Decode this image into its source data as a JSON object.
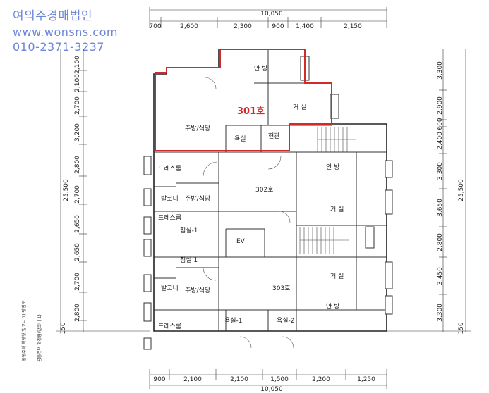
{
  "watermark": {
    "company": "여의주경매법인",
    "website": "www.wonsns.com",
    "phone": "010-2371-3237"
  },
  "highlight": {
    "unit": "301호",
    "color": "#d02a2a"
  },
  "dimensions": {
    "top_total": "10,050",
    "top_segments": [
      "700",
      "2,600",
      "2,300",
      "900",
      "1,400",
      "2,150"
    ],
    "bottom_total": "10,050",
    "bottom_segments": [
      "900",
      "2,100",
      "2,100",
      "1,500",
      "2,200",
      "1,250"
    ],
    "left_total": "25,500",
    "left_segments": [
      "2,100",
      "2,100",
      "2,700",
      "3,200",
      "2,800",
      "2,700",
      "2,650",
      "2,650",
      "2,700",
      "2,800"
    ],
    "left_offset": "150",
    "right_total": "25,500",
    "right_segments": [
      "3,300",
      "2,900",
      "600",
      "2,400",
      "3,300",
      "3,650",
      "2,800",
      "3,450",
      "3,300"
    ],
    "right_offset": "150"
  },
  "rooms": {
    "r301_living": "거 실",
    "r301_bed": "안 방",
    "r301_kitchen": "주방/식당",
    "r301_bath": "욕실",
    "r301_entry": "현관",
    "r302_label": "302호",
    "r302_kitchen": "주방/식당",
    "r302_living": "거 실",
    "r302_bed": "안 방",
    "dress1": "드레스룸",
    "dress2": "드레스룸",
    "dress3": "드레스룸",
    "room1": "침실-1",
    "room1b": "침실 1",
    "balcony1": "발코니",
    "balcony2": "발코니",
    "r303_label": "303호",
    "r303_kitchen": "주방/식당",
    "r303_living": "거 실",
    "r303_bed": "안 방",
    "bath1": "욕실-1",
    "bath2": "욕실-2",
    "ev": "EV"
  },
  "side_notes": {
    "left_vertical_1": "공동주택 확장형(발코니 1) 평면도",
    "left_vertical_2": "공동주택 확장형(발코니 1)"
  }
}
